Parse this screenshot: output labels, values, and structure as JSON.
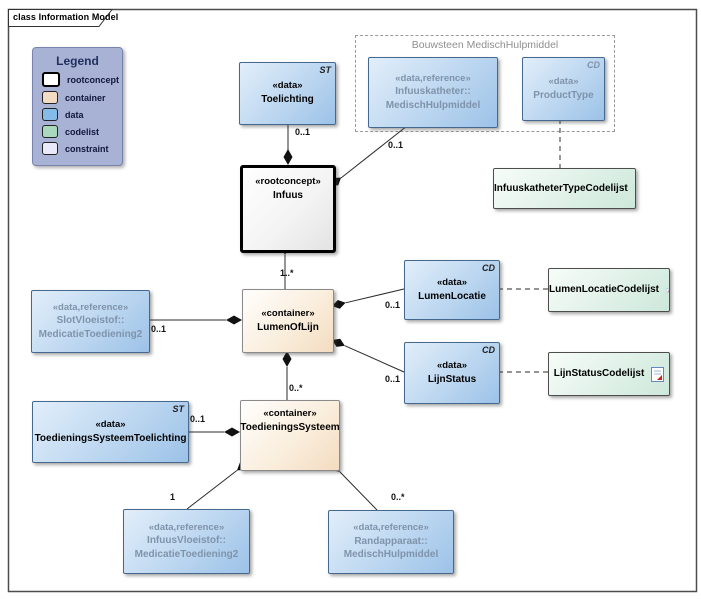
{
  "frame": {
    "tab": "class Information Model"
  },
  "legend": {
    "title": "Legend",
    "items": [
      {
        "label": "rootconcept"
      },
      {
        "label": "container"
      },
      {
        "label": "data"
      },
      {
        "label": "codelist"
      },
      {
        "label": "constraint"
      }
    ]
  },
  "group": {
    "label": "Bouwsteen MedischHulpmiddel"
  },
  "nodes": {
    "toelichting": {
      "tag": "ST",
      "stereotype": "«data»",
      "name": "Toelichting"
    },
    "infuuskatheter": {
      "stereotype": "«data,reference»",
      "name": "Infuuskatheter::",
      "name2": "MedischHulpmiddel"
    },
    "producttype": {
      "tag": "CD",
      "stereotype": "«data»",
      "name": "ProductType"
    },
    "infuus": {
      "stereotype": "«rootconcept»",
      "name": "Infuus"
    },
    "infuuskathetertypecodelijst": {
      "name": "InfuuskatheterTypeCodelijst"
    },
    "slotvloeistof": {
      "stereotype": "«data,reference»",
      "name": "SlotVloeistof::",
      "name2": "MedicatieToediening2"
    },
    "lumenoflijn": {
      "stereotype": "«container»",
      "name": "LumenOfLijn"
    },
    "lumenlocatie": {
      "tag": "CD",
      "stereotype": "«data»",
      "name": "LumenLocatie"
    },
    "lumenlocatiecodelijst": {
      "name": "LumenLocatieCodelijst"
    },
    "lijnstatus": {
      "tag": "CD",
      "stereotype": "«data»",
      "name": "LijnStatus"
    },
    "lijnstatuscodelijst": {
      "name": "LijnStatusCodelijst"
    },
    "toedieningssysteemtoelichting": {
      "tag": "ST",
      "stereotype": "«data»",
      "name": "ToedieningsSysteemToelichting"
    },
    "toedieningssysteem": {
      "stereotype": "«container»",
      "name": "ToedieningsSysteem"
    },
    "infuusvloeistof": {
      "stereotype": "«data,reference»",
      "name": "InfuusVloeistof::",
      "name2": "MedicatieToediening2"
    },
    "randapparaat": {
      "stereotype": "«data,reference»",
      "name": "Randapparaat::",
      "name2": "MedischHulpmiddel"
    }
  },
  "multiplicities": {
    "toelichting_infuus": "0..1",
    "infuuskatheter_infuus": "0..1",
    "infuus_lumenoflijn": "1..*",
    "slotvloeistof_lumenoflijn": "0..1",
    "lumenoflijn_lumenlocatie": "0..1",
    "lumenoflijn_lijnstatus": "0..1",
    "lumenoflijn_toedieningssysteem": "0..*",
    "toelichting_toedieningssysteem": "0..1",
    "toedieningssysteem_infuusvloeistof": "1",
    "toedieningssysteem_randapparaat": "0..*"
  },
  "colors": {
    "data_fill": "#9cc2e8",
    "container_fill": "#f3dcc0",
    "codelist_fill": "#cde8da",
    "constraint_fill": "#e9e9f9",
    "rootconcept_border": "#000000",
    "legend_bg": "#a8b2d4",
    "reference_text": "#7f93aa",
    "connector": "#2b2b2b"
  }
}
